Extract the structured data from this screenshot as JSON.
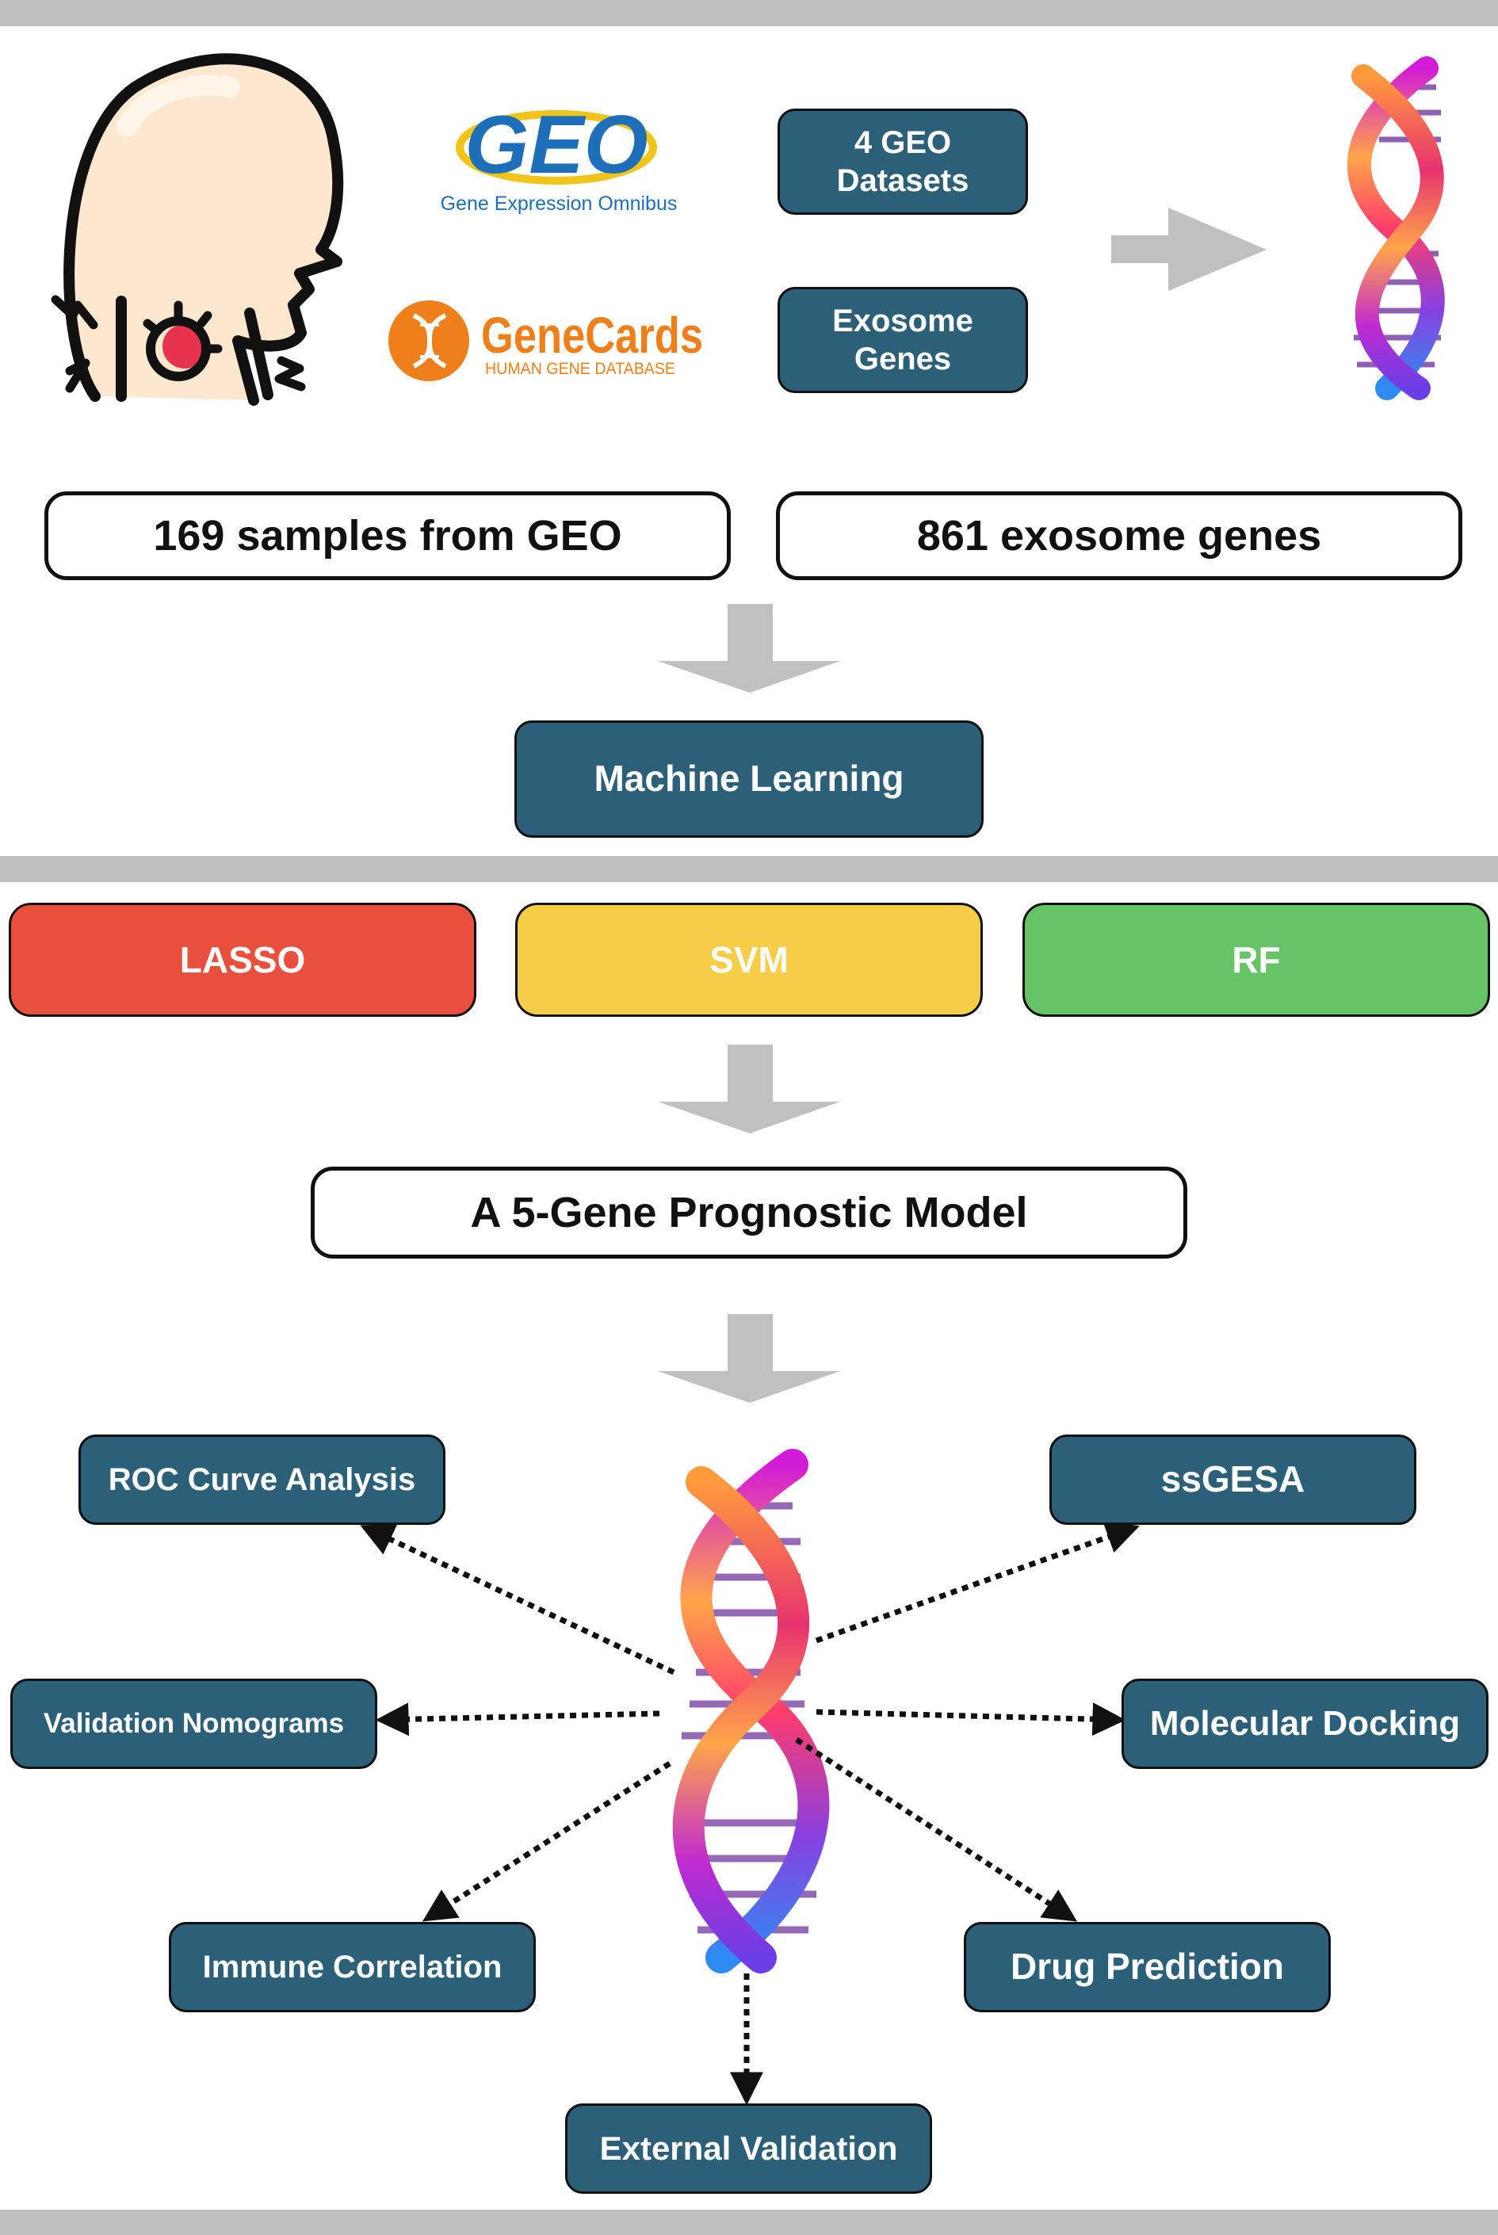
{
  "colors": {
    "box_dark": "#2c5f78",
    "lasso": "#e94f3d",
    "svm": "#f5cd47",
    "rf": "#66c466",
    "arrow_gray": "#c0c0c0",
    "divider": "#bfbfbf"
  },
  "sources": {
    "geo_logo_text": "GEO",
    "geo_logo_subtitle": "Gene Expression Omnibus",
    "genecards_logo_text": "GeneCards",
    "genecards_logo_subtitle": "HUMAN GENE DATABASE"
  },
  "data_boxes": {
    "geo_datasets": "4 GEO\nDatasets",
    "exosome_genes": "Exosome\nGenes"
  },
  "summary": {
    "samples": "169 samples from GEO",
    "exosome_count": "861 exosome genes"
  },
  "method": "Machine Learning",
  "algorithms": {
    "lasso": "LASSO",
    "svm": "SVM",
    "rf": "RF"
  },
  "model": "A 5-Gene Prognostic Model",
  "analyses": {
    "roc": "ROC Curve Analysis",
    "ssgesa": "ssGESA",
    "nomograms": "Validation Nomograms",
    "docking": "Molecular Docking",
    "immune": "Immune Correlation",
    "drug": "Drug Prediction",
    "external": "External Validation"
  }
}
